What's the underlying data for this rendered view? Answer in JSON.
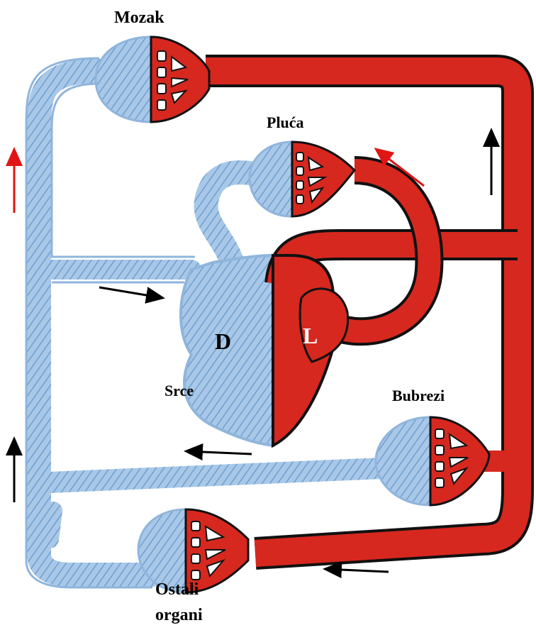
{
  "labels": {
    "brain": "Mozak",
    "lungs": "Pluća",
    "heart": "Srce",
    "kidneys": "Bubrezi",
    "other_organs_line1": "Ostali",
    "other_organs_line2": "organi",
    "right_side": "D",
    "left_side": "L"
  },
  "colors": {
    "oxygenated": "#d6281f",
    "deoxygenated": "#8fb5dc",
    "outline": "#111111",
    "hatch": "#6e9fd0",
    "arrow_black": "#000000",
    "arrow_red": "#e01515"
  }
}
